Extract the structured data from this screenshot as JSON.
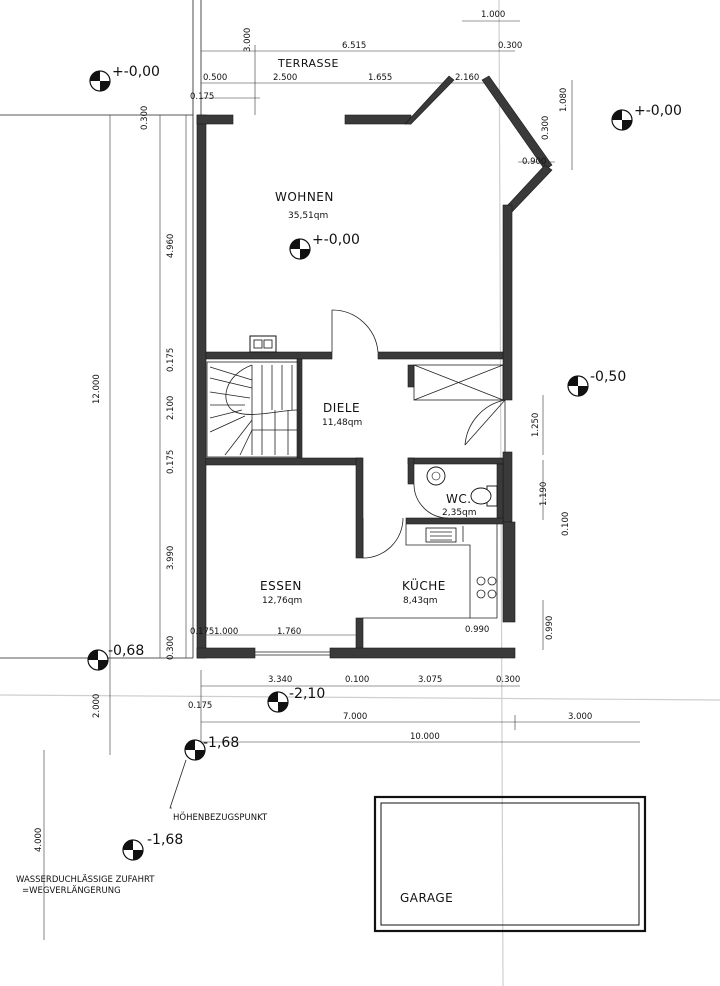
{
  "rooms": {
    "wohnen": {
      "name": "WOHNEN",
      "area": "35,51qm"
    },
    "diele": {
      "name": "DIELE",
      "area": "11,48qm"
    },
    "wc": {
      "name": "WC.",
      "area": "2,35qm"
    },
    "essen": {
      "name": "ESSEN",
      "area": "12,76qm"
    },
    "kueche": {
      "name": "KÜCHE",
      "area": "8,43qm"
    },
    "garage": {
      "name": "GARAGE"
    }
  },
  "labels": {
    "terrasse": "TERRASSE",
    "hoehenbezugspunkt": "HÖHENBEZUGSPUNKT",
    "zufahrt_1": "WASSERDUCHLÄSSIGE ZUFAHRT",
    "zufahrt_2": "=WEGVERLÄNGERUNG"
  },
  "elevations": {
    "terrace_left": "+-0,00",
    "terrace_right": "+-0,00",
    "wohnen": "+-0,00",
    "east": "-0,50",
    "southwest": "-0,68",
    "south": "-2,10",
    "reference": "-1,68",
    "lower": "-1,68"
  },
  "dimensions": {
    "top_1000": "1.000",
    "top_3000": "3.000",
    "top_6515": "6.515",
    "top_0300": "0.300",
    "top_0500": "0.500",
    "top_2500": "2.500",
    "top_1655": "1.655",
    "top_2160": "2.160",
    "right_1080": "1.080",
    "right_0300": "0.300",
    "right_0900": "0.900",
    "left_0175_top": "0.175",
    "left_0300_top": "0.300",
    "left_4960": "4.960",
    "left_0175_a": "0.175",
    "left_2100": "2.100",
    "left_0175_b": "0.175",
    "left_12000": "12.000",
    "left_3990": "3.990",
    "left_0300_bottom": "0.300",
    "left_2000": "2.000",
    "left_4000": "4.000",
    "right_1250": "1.250",
    "right_1190": "1.190",
    "right_0100": "0.100",
    "right_0990_v": "0.990",
    "essen_0175": "0.175",
    "essen_1000": "1.000",
    "essen_1760": "1.760",
    "kueche_0990": "0.990",
    "bottom_3340": "3.340",
    "bottom_0100": "0.100",
    "bottom_3075": "3.075",
    "bottom_0300": "0.300",
    "bottom_0175": "0.175",
    "bottom_7000": "7.000",
    "bottom_3000": "3.000",
    "bottom_10000": "10.000"
  }
}
